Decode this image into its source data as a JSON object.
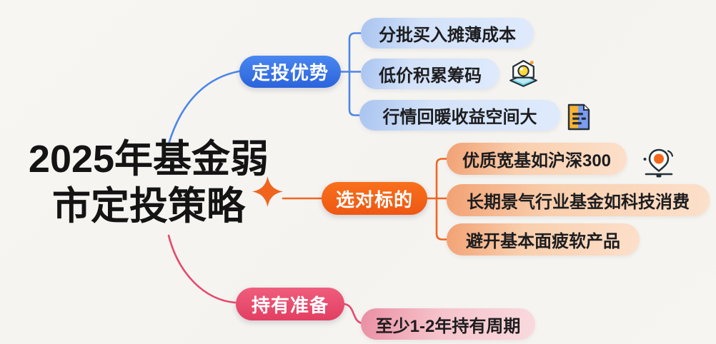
{
  "title": {
    "line1": "2025年基金弱",
    "line2": "市定投策略"
  },
  "decor": {
    "sparkle_icon": "four-point-star",
    "sparkle_color": "#f0641e"
  },
  "colors": {
    "background": "#f7f5f1",
    "branch_blue": "#2f6fe4",
    "branch_orange": "#f3611b",
    "branch_red": "#e94e6e",
    "line_blue": "#4c86ea",
    "line_orange": "#f06522",
    "line_red": "#e54a6c"
  },
  "branches": [
    {
      "label": "定投优势",
      "color": "#2f6fe4",
      "children": [
        {
          "label": "分批买入摊薄成本",
          "icon": null
        },
        {
          "label": "低价积累筹码",
          "icon": "knowledge-gem-icon"
        },
        {
          "label": "行情回暖收益空间大",
          "icon": "report-document-icon"
        }
      ]
    },
    {
      "label": "选对标的",
      "color": "#f3611b",
      "children": [
        {
          "label": "优质宽基如沪深300",
          "icon": "location-target-icon"
        },
        {
          "label": "长期景气行业基金如科技消费",
          "icon": null
        },
        {
          "label": "避开基本面疲软产品",
          "icon": null
        }
      ]
    },
    {
      "label": "持有准备",
      "color": "#e94e6e",
      "children": [
        {
          "label": "至少1-2年持有周期",
          "icon": null
        }
      ]
    }
  ]
}
